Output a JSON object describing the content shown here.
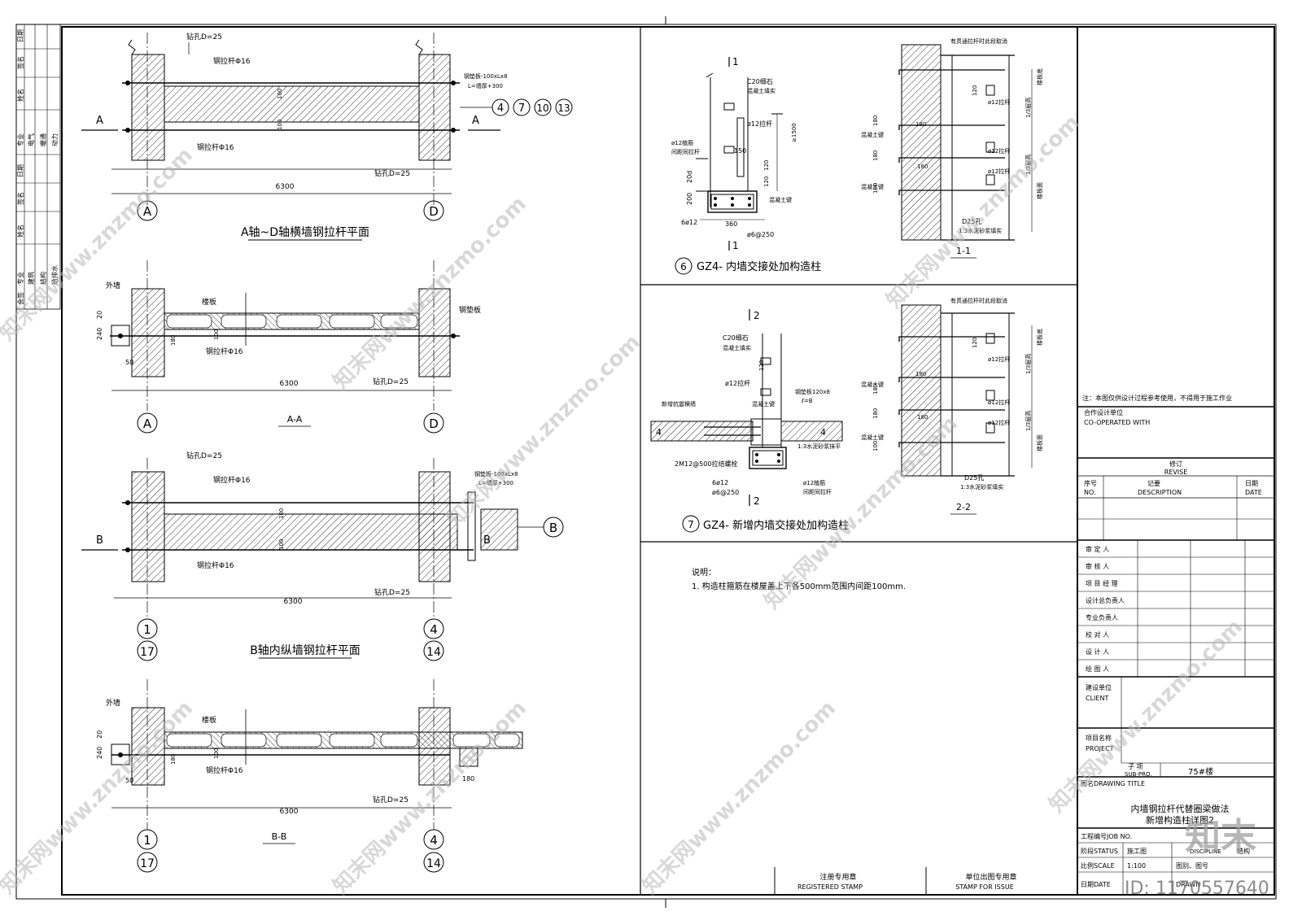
{
  "left_strip": {
    "columns": [
      {
        "row1": "日期",
        "row2": "签名",
        "row3": "姓名"
      },
      {
        "row1": "专业",
        "row2": "电气",
        "row3": "暖通",
        "row4": "动力"
      },
      {
        "row1": "日期",
        "row2": "签名",
        "row3": "姓名"
      },
      {
        "row1": "专业",
        "row2": "建筑",
        "row3": "结构",
        "row4": "给排水"
      },
      {
        "row1": "会签"
      }
    ]
  },
  "views": {
    "plan_a": {
      "title": "A轴~D轴横墙钢拉杆平面",
      "span": "6300",
      "axis_left": "A",
      "axis_right": "D",
      "section_mark": "A",
      "hole_top": "钻孔D=25",
      "hole_bottom": "钻孔D=25",
      "rod_top": "钢拉杆Φ16",
      "rod_bottom": "钢拉杆Φ16",
      "plate": "钢垫板-100xLx8",
      "plate_len": "L=墙厚+300",
      "dim_100": "100",
      "refs": [
        "4",
        "7",
        "10",
        "13"
      ]
    },
    "section_a": {
      "title": "A-A",
      "span": "6300",
      "axis_left": "A",
      "axis_right": "D",
      "outer_wall": "外墙",
      "slab": "楼板",
      "steel_plate": "钢垫板",
      "rod": "钢拉杆Φ16",
      "hole": "钻孔D=25",
      "dim_240": "240",
      "dim_20": "20",
      "dim_50": "50",
      "dim_180": "180",
      "dim_100": "100"
    },
    "plan_b": {
      "title": "B轴内纵墙钢拉杆平面",
      "span": "6300",
      "axis_left_top": "1",
      "axis_left_bottom": "17",
      "axis_right_top": "4",
      "axis_right_bottom": "14",
      "axis_b": "B",
      "section_mark": "B",
      "hole_top": "钻孔D=25",
      "hole_bottom": "钻孔D=25",
      "rod_top": "钢拉杆Φ16",
      "rod_bottom": "钢拉杆Φ16",
      "plate": "钢垫板-100xLx8",
      "plate_len": "L=墙厚+300",
      "dim_100": "100"
    },
    "section_b": {
      "title": "B-B",
      "span": "6300",
      "axis_left_top": "1",
      "axis_left_bottom": "17",
      "axis_right_top": "4",
      "axis_right_bottom": "14",
      "outer_wall": "外墙",
      "slab": "楼板",
      "rod": "钢拉杆Φ16",
      "hole": "钻孔D=25",
      "dim_240": "240",
      "dim_180": "180",
      "dim_100": "100",
      "dim_20": "20",
      "dim_50": "50"
    },
    "detail6": {
      "num": "6",
      "title": "GZ4- 内墙交接处加构造柱",
      "cut": "1",
      "c20": "C20细石",
      "c20b": "混凝土填实",
      "rod": "ø12拉杆",
      "stirrup": "ø12植筋",
      "stirrup2": "间距同拉杆",
      "d150": "150",
      "d120": "120",
      "d20d": "20d",
      "d200": "200",
      "d360": "360",
      "d1500": "≥1500",
      "key": "混凝土键",
      "bars": "6ø12",
      "ties": "ø6@250",
      "sec_title": "1-1",
      "sec_top": "有贯通拉杆时此段取消",
      "sec_rod": "ø12拉杆",
      "sec_key": "混凝土键",
      "sec_hole": "D25孔",
      "sec_mortar": "1:3水泥砂浆填实",
      "sec_top_slab": "楼板底",
      "sec_bot_slab": "楼板面",
      "sec_third": "1/3层高",
      "sec_180": "180",
      "sec_120": "120",
      "sec_100": "100"
    },
    "detail7": {
      "num": "7",
      "title": "GZ4- 新增内墙交接处加构造柱",
      "cut": "2",
      "c20": "C20细石",
      "c20b": "混凝土填实",
      "rod": "ø12拉杆",
      "key": "混凝土键",
      "plate": "钢垫板120x8",
      "plate2": "ℓ=B",
      "new_wall": "新增抗震横墙",
      "anchor": "2M12@500拉结螺栓",
      "mortar": "1:3水泥砂浆抹平",
      "bars": "6ø12",
      "ties": "ø6@250",
      "stirrup": "ø12植筋",
      "stirrup2": "间距同拉杆",
      "wall4": "4",
      "d120": "120",
      "sec_title": "2-2",
      "sec_top": "有贯通拉杆时此段取消",
      "sec_rod": "ø12拉杆",
      "sec_key": "混凝土键",
      "sec_hole": "D25孔",
      "sec_mortar": "1:3水泥砂浆填实",
      "sec_top_slab": "楼板底",
      "sec_bot_slab": "楼板面",
      "sec_third": "1/3层高",
      "sec_180": "180",
      "sec_120": "120",
      "sec_100": "100"
    },
    "notes": {
      "head": "说明：",
      "line1": "1. 构造柱箍筋在楼屋盖上下各500mm范围内间距100mm."
    }
  },
  "stamps": {
    "registered_cn": "注册专用章",
    "registered_en": "REGISTERED  STAMP",
    "issue_cn": "单位出图专用章",
    "issue_en": "STAMP  FOR  ISSUE"
  },
  "title_block": {
    "note": "注：本图仅供设计过程参考使用，不得用于施工作业",
    "coop_cn": "合作设计单位",
    "coop_en": "CO-OPERATED  WITH",
    "revise_cn": "修订",
    "revise_en": "REVISE",
    "col_no_cn": "序号",
    "col_no_en": "NO.",
    "col_desc_cn": "记要",
    "col_desc_en": "DESCRIPTION",
    "col_date_cn": "日期",
    "col_date_en": "DATE",
    "sign_rows": [
      "审  定  人",
      "审  核  人",
      "项 目 经 理",
      "设计总负责人",
      "专业负责人",
      "校  对  人",
      "设  计  人",
      "绘  图  人"
    ],
    "client_cn": "建设单位",
    "client_en": "CLIENT",
    "project_cn": "项目名称",
    "project_en": "PROJECT",
    "subpro_cn": "子 项",
    "subpro_en": "SUB-PRO.",
    "subpro_val": "75#楼",
    "drawing_title_label": "图名DRAWING  TITLE",
    "drawing_title_1": "内墙钢拉杆代替圈梁做法",
    "drawing_title_2": "新增构造柱详图2",
    "job_label": "工程编号JOB  NO.",
    "status_label": "阶段STATUS",
    "status_val": "施工图",
    "discipline_label": "DISCIPLINE",
    "discipline_val": "结构",
    "scale_label": "比例SCALE",
    "scale_val": "1:100",
    "dwg_label": "图别、图号",
    "date_label": "日期DATE",
    "drawn_label": "DRAWN"
  },
  "watermark": {
    "text": "知末网www.znzmo.com",
    "logo": "知末",
    "id": "ID: 1170557640"
  }
}
